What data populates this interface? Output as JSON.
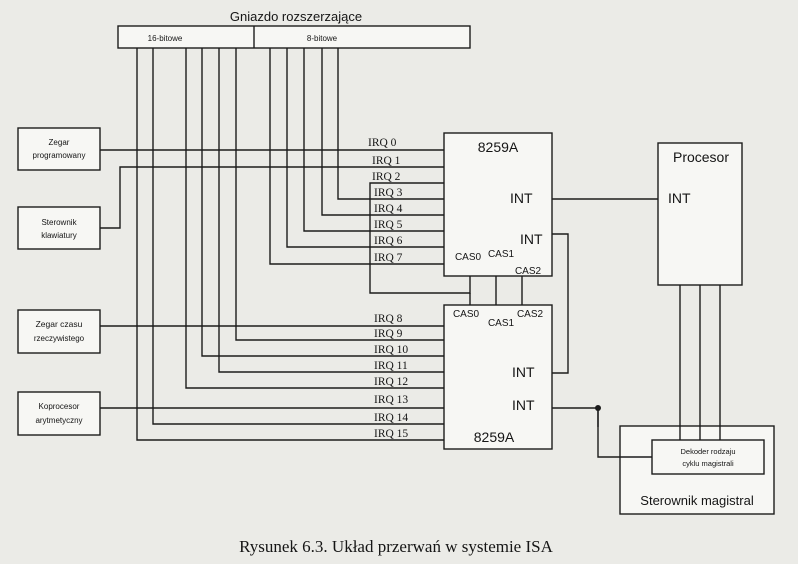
{
  "slot": {
    "title": "Gniazdo rozszerzające",
    "seg16": "16-bitowe",
    "seg8": "8-bitowe"
  },
  "pic_master": {
    "name": "8259A",
    "int_a": "INT",
    "int_b": "INT",
    "cas0": "CAS0",
    "cas1": "CAS1",
    "cas2": "CAS2"
  },
  "pic_slave": {
    "name": "8259A",
    "int_a": "INT",
    "int_b": "INT",
    "cas0": "CAS0",
    "cas1": "CAS1",
    "cas2": "CAS2"
  },
  "cpu": {
    "name": "Procesor",
    "int": "INT"
  },
  "bus_ctrl": {
    "name": "Sterownik magistral",
    "decoder_l1": "Dekoder rodzaju",
    "decoder_l2": "cyklu magistrali"
  },
  "devices": {
    "timer": {
      "l1": "Zegar",
      "l2": "programowany"
    },
    "kbd": {
      "l1": "Sterownik",
      "l2": "klawiatury"
    },
    "rtc": {
      "l1": "Zegar czasu",
      "l2": "rzeczywistego"
    },
    "fpu": {
      "l1": "Koprocesor",
      "l2": "arytmetyczny"
    }
  },
  "irq_labels": [
    "IRQ 0",
    "IRQ 1",
    "IRQ 2",
    "IRQ 3",
    "IRQ 4",
    "IRQ 5",
    "IRQ 6",
    "IRQ 7",
    "IRQ 8",
    "IRQ 9",
    "IRQ 10",
    "IRQ 11",
    "IRQ 12",
    "IRQ 13",
    "IRQ 14",
    "IRQ 15"
  ],
  "caption": "Rysunek 6.3. Układ przerwań w systemie ISA"
}
